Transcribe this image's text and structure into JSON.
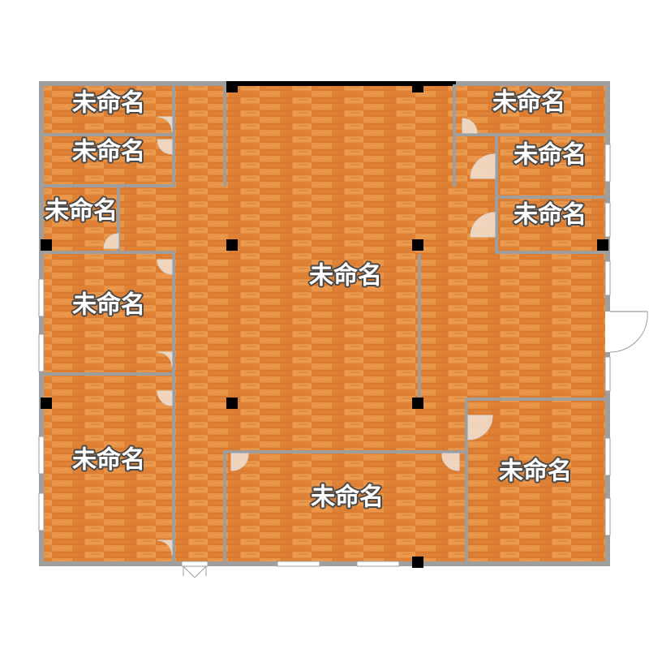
{
  "floor_plan": {
    "colors": {
      "floor": "#e58a3c",
      "floor_dark": "#d8782c",
      "floor_light": "#f0a060",
      "wall": "#9e9e9e",
      "column": "#000000",
      "door_arc": "#f2e2d4"
    },
    "rooms": [
      {
        "id": "room-top-left-1",
        "label": "未命名"
      },
      {
        "id": "room-top-left-2",
        "label": "未命名"
      },
      {
        "id": "room-left-3",
        "label": "未命名"
      },
      {
        "id": "room-left-4",
        "label": "未命名"
      },
      {
        "id": "room-bottom-left",
        "label": "未命名"
      },
      {
        "id": "room-main-hall",
        "label": "未命名"
      },
      {
        "id": "room-bottom-center",
        "label": "未命名"
      },
      {
        "id": "room-bottom-right",
        "label": "未命名"
      },
      {
        "id": "room-top-right-1",
        "label": "未命名"
      },
      {
        "id": "room-top-right-2",
        "label": "未命名"
      },
      {
        "id": "room-top-right-3",
        "label": "未命名"
      }
    ]
  }
}
